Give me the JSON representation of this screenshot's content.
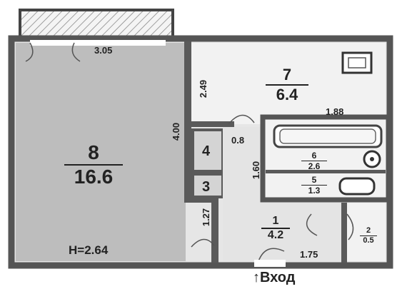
{
  "plan": {
    "height_label": "H=2.64",
    "entry_label": "Вход",
    "entry_arrow": "↑",
    "dimensions": {
      "balcony_width": "3.05",
      "kitchen_width": "2.49",
      "room_depth": "4.00",
      "bath_width": "1.88",
      "hall_small": "0.8",
      "hall_length": "1.60",
      "corridor": "1.27",
      "entry_width": "1.75"
    },
    "rooms": [
      {
        "id": "8",
        "area": "16.6"
      },
      {
        "id": "7",
        "area": "6.4"
      },
      {
        "id": "6",
        "area": "2.6"
      },
      {
        "id": "5",
        "area": "1.3"
      },
      {
        "id": "4",
        "area": ""
      },
      {
        "id": "3",
        "area": ""
      },
      {
        "id": "2",
        "area": "0.5"
      },
      {
        "id": "1",
        "area": "4.2"
      }
    ],
    "colors": {
      "wall": "#5a5a5a",
      "room_fill": "#bdbdbd",
      "light_fill": "#efefef",
      "hall_fill": "#e4e4e4",
      "text": "#222222"
    }
  }
}
